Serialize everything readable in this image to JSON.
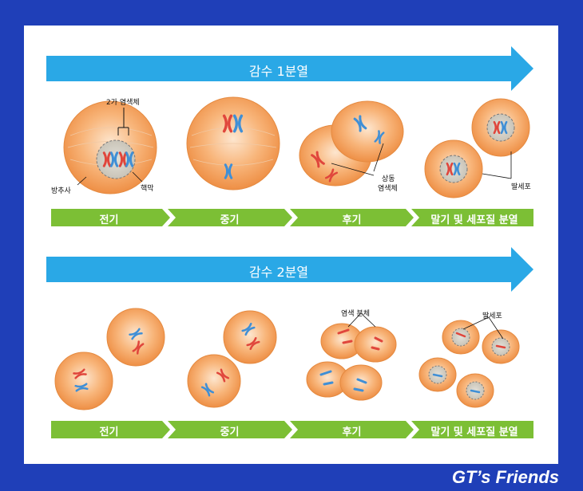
{
  "row1": {
    "title": "감수 1분열",
    "phases": [
      "전기",
      "중기",
      "후기",
      "말기 및 세포질 분열"
    ],
    "labels": {
      "bivalent": "2가 염색체",
      "spindle": "방추사",
      "nuclear_membrane": "핵막",
      "homologous_line1": "상동",
      "homologous_line2": "염색체",
      "daughter_cell": "딸세포"
    }
  },
  "row2": {
    "title": "감수 2분열",
    "phases": [
      "전기",
      "중기",
      "후기",
      "말기 및 세포질 분열"
    ],
    "labels": {
      "chromatid": "염색 분체",
      "daughter_cell": "딸세포"
    }
  },
  "brand": "GT’s Friends",
  "colors": {
    "frame": "#1f3fb8",
    "arrow": "#2aa8e6",
    "phase_bar": "#7cbf35",
    "cell": "#f6a35e",
    "chromosome_red": "#e0463c",
    "chromosome_blue": "#3f8fd6"
  }
}
